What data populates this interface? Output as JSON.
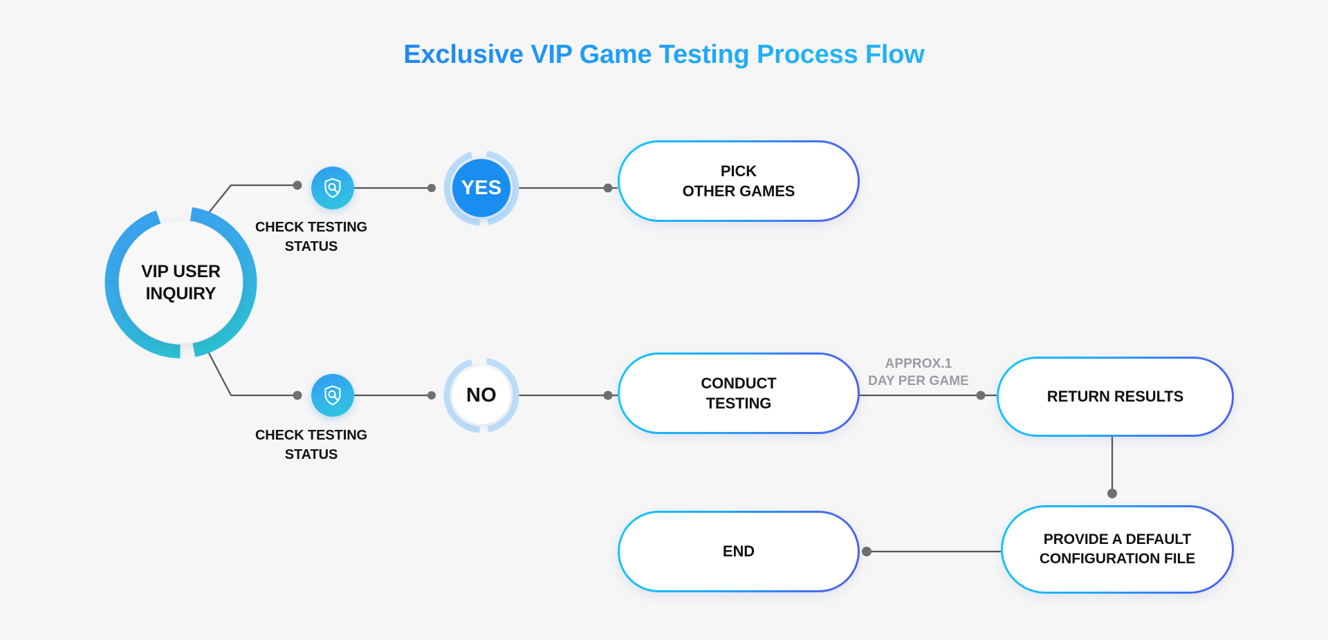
{
  "page": {
    "title": "Exclusive VIP Game Testing Process Flow",
    "background_color": "#f6f6f7"
  },
  "colors": {
    "title_gradient_start": "#1573f0",
    "title_gradient_end": "#23b4f7",
    "pill_border_gradient_start": "#13c6fb",
    "pill_border_gradient_end": "#4f5ef0",
    "start_ring_gradient_start": "#3aa0ef",
    "start_ring_gradient_end": "#2dc0d4",
    "yes_fill": "#1a8df1",
    "no_fill": "#ffffff",
    "decision_ring": "#bcdcfa",
    "connector": "#555558",
    "connector_dot": "#6f6f73",
    "note_text": "#9a9aa2",
    "node_text": "#111111"
  },
  "nodes": {
    "start": {
      "label_line1": "VIP USER",
      "label_line2": "INQUIRY",
      "icon": "circle-ring"
    },
    "check_top": {
      "icon": "shield-search-icon",
      "caption": "CHECK TESTING\nSTATUS"
    },
    "check_bottom": {
      "icon": "shield-search-icon",
      "caption": "CHECK TESTING\nSTATUS"
    },
    "yes": {
      "label": "YES"
    },
    "no": {
      "label": "NO"
    },
    "pick_other_games": {
      "label": "PICK\nOTHER GAMES"
    },
    "conduct_testing": {
      "label": "CONDUCT\nTESTING"
    },
    "return_results": {
      "label": "RETURN RESULTS"
    },
    "provide_default_config": {
      "label": "PROVIDE A DEFAULT\nCONFIGURATION FILE"
    },
    "end": {
      "label": "END"
    }
  },
  "edges": {
    "testing_duration_note": "APPROX.1\nDAY PER GAME"
  }
}
